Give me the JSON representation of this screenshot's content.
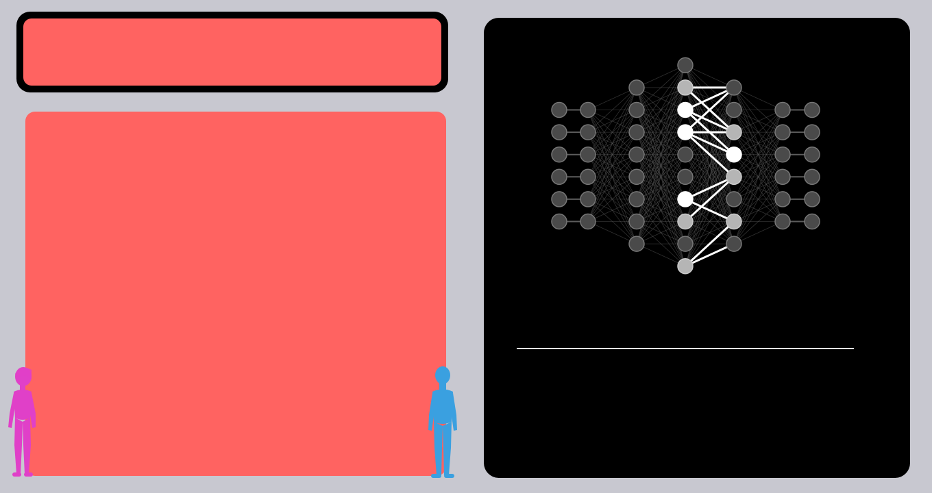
{
  "title": {
    "text": ""
  },
  "content": {
    "text": ""
  },
  "visualization": {
    "caption": "",
    "layers": [
      6,
      6,
      8,
      10,
      8,
      6,
      6
    ],
    "highlight_strong": [
      [
        3,
        2
      ],
      [
        3,
        3
      ],
      [
        3,
        6
      ],
      [
        4,
        3
      ]
    ],
    "highlight_medium": [
      [
        3,
        1
      ],
      [
        3,
        7
      ],
      [
        3,
        9
      ],
      [
        4,
        2
      ],
      [
        4,
        4
      ],
      [
        4,
        6
      ]
    ],
    "highlight_edges": [
      [
        [
          3,
          1
        ],
        [
          4,
          0
        ]
      ],
      [
        [
          3,
          1
        ],
        [
          4,
          2
        ]
      ],
      [
        [
          3,
          2
        ],
        [
          4,
          0
        ]
      ],
      [
        [
          3,
          2
        ],
        [
          4,
          2
        ]
      ],
      [
        [
          3,
          2
        ],
        [
          4,
          3
        ]
      ],
      [
        [
          3,
          3
        ],
        [
          4,
          0
        ]
      ],
      [
        [
          3,
          3
        ],
        [
          4,
          2
        ]
      ],
      [
        [
          3,
          3
        ],
        [
          4,
          3
        ]
      ],
      [
        [
          3,
          3
        ],
        [
          4,
          4
        ]
      ],
      [
        [
          3,
          6
        ],
        [
          4,
          4
        ]
      ],
      [
        [
          3,
          6
        ],
        [
          4,
          6
        ]
      ],
      [
        [
          3,
          7
        ],
        [
          4,
          4
        ]
      ],
      [
        [
          3,
          9
        ],
        [
          4,
          6
        ]
      ],
      [
        [
          3,
          9
        ],
        [
          4,
          7
        ]
      ]
    ]
  },
  "colors": {
    "background": "#c8c8d0",
    "accent": "#ff6361",
    "panel": "#000000",
    "node": "#4a4a4a",
    "node_stroke": "#777777",
    "node_medium": "#b5b5b5",
    "node_strong": "#ffffff",
    "avatar_left": "#e040c8",
    "avatar_right": "#3aa0e0"
  },
  "avatars": {
    "left": "female-avatar-icon",
    "right": "male-avatar-icon"
  }
}
